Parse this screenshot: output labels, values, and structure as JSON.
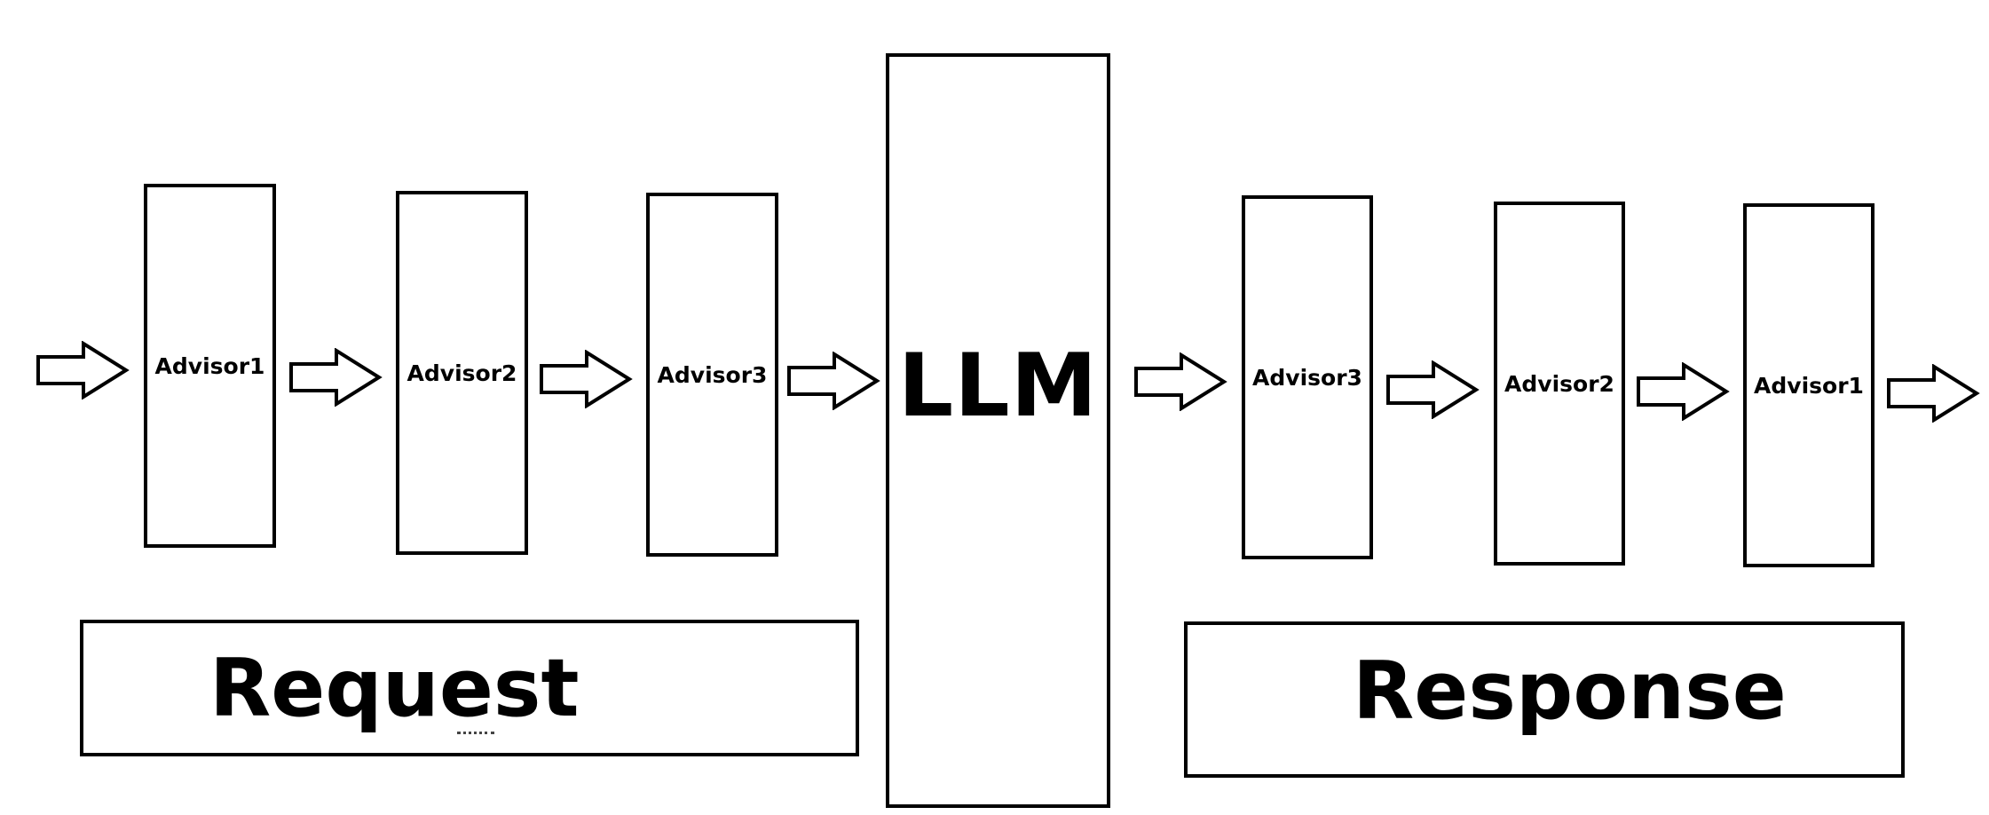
{
  "diagram": {
    "request_stage": {
      "label": "Request",
      "advisors": [
        "Advisor1",
        "Advisor2",
        "Advisor3"
      ]
    },
    "model": {
      "label": "LLM"
    },
    "response_stage": {
      "label": "Response",
      "advisors": [
        "Advisor3",
        "Advisor2",
        "Advisor1"
      ]
    },
    "flow_direction": "left-to-right",
    "colors": {
      "stroke": "#000000",
      "fill": "#ffffff"
    }
  }
}
